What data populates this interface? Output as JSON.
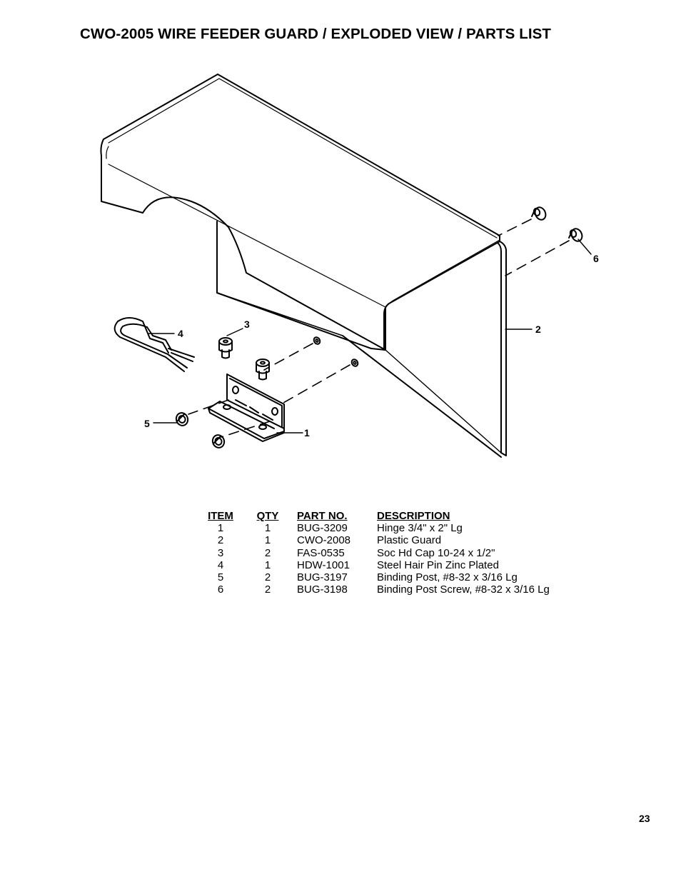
{
  "title": "CWO-2005 WIRE FEEDER GUARD / EXPLODED VIEW / PARTS LIST",
  "callouts": {
    "c1": "1",
    "c2": "2",
    "c3": "3",
    "c4": "4",
    "c5": "5",
    "c6": "6"
  },
  "parts_list": {
    "headers": {
      "item": "ITEM",
      "qty": "QTY",
      "part_no": "PART NO.",
      "description": "DESCRIPTION"
    },
    "rows": [
      {
        "item": "1",
        "qty": "1",
        "part_no": "BUG-3209",
        "description": "Hinge 3/4\" x 2\" Lg"
      },
      {
        "item": "2",
        "qty": "1",
        "part_no": "CWO-2008",
        "description": "Plastic Guard"
      },
      {
        "item": "3",
        "qty": "2",
        "part_no": "FAS-0535",
        "description": "Soc Hd Cap 10-24 x 1/2\""
      },
      {
        "item": "4",
        "qty": "1",
        "part_no": "HDW-1001",
        "description": "Steel Hair Pin Zinc Plated"
      },
      {
        "item": "5",
        "qty": "2",
        "part_no": "BUG-3197",
        "description": "Binding Post, #8-32 x 3/16 Lg"
      },
      {
        "item": "6",
        "qty": "2",
        "part_no": "BUG-3198",
        "description": "Binding Post Screw, #8-32 x 3/16 Lg"
      }
    ]
  },
  "page_number": "23"
}
